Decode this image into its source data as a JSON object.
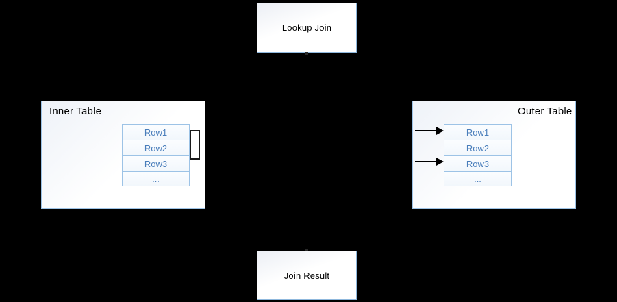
{
  "diagram": {
    "title_top": "Lookup Join",
    "title_bottom": "Join Result",
    "inner_table": {
      "title": "Inner Table",
      "rows": [
        "Row1",
        "Row2",
        "Row3",
        "..."
      ]
    },
    "outer_table": {
      "title": "Outer Table",
      "rows": [
        "Row1",
        "Row2",
        "Row3",
        "..."
      ]
    },
    "colors": {
      "background": "#000000",
      "panel_border": "#9dc3e6",
      "panel_fill": "#ffffff",
      "row_text": "#4a7ebb",
      "row_border": "#9dc3e6",
      "arrow": "#000000",
      "bracket": "#1a1a1a",
      "title_text": "#000000"
    }
  }
}
